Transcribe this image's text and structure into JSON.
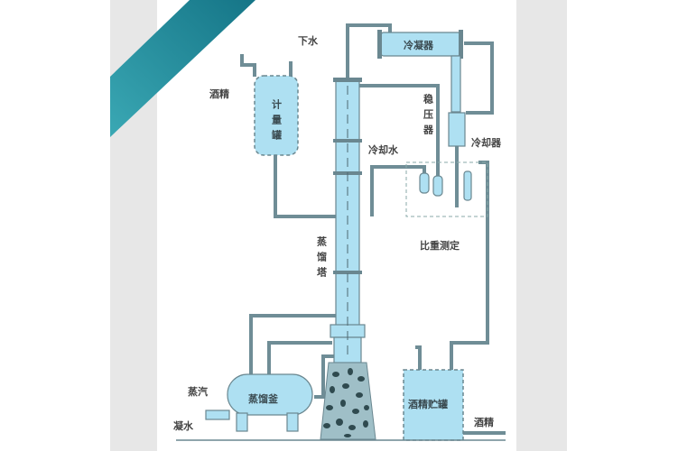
{
  "diagram": {
    "labels": {
      "water_in": "下水",
      "condenser": "冷凝器",
      "alcohol_top": "酒精",
      "metering_tank": "计量罐",
      "stabilizer": "稳压器",
      "cooler": "冷却器",
      "cooling_water": "冷却水",
      "specific_gravity": "比重测定",
      "column": "蒸馏塔",
      "steam": "蒸汽",
      "condensate": "凝水",
      "still": "蒸馏釜",
      "storage_tank": "酒精贮罐",
      "alcohol_out": "酒精"
    },
    "colors": {
      "accent_band": "#1f8b9c",
      "vessel_fill": "#aee0f2",
      "pipe": "#6f8d96",
      "side_strip": "#e7e7e7"
    }
  }
}
